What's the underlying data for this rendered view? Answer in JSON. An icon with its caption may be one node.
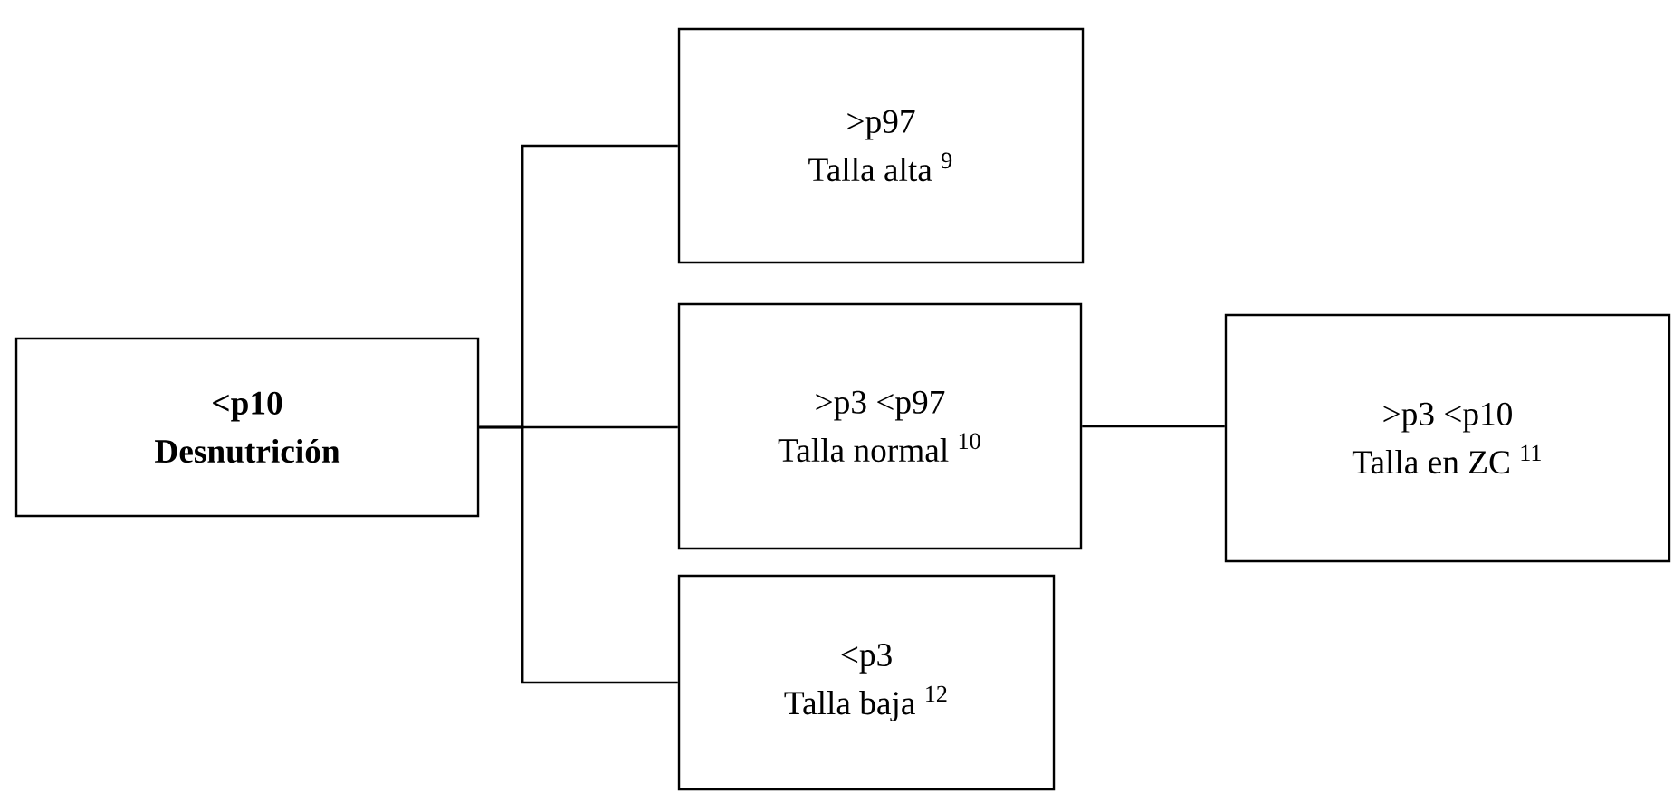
{
  "diagram": {
    "nodes": [
      {
        "text": [
          "<p10",
          "Desnutrición"
        ]
      },
      {
        "text": [
          ">p97",
          "Talla alta $^{9}$"
        ]
      },
      {
        "text": [
          ">p3 <p97",
          "Talla normal $^{10}$"
        ]
      },
      {
        "text": [
          ">p3 <p10",
          "Talla en ZC $^{11}$"
        ]
      },
      {
        "text": [
          "<p3",
          "Talla baja $^{12}$"
        ]
      }
    ],
    "edges": [
      {
        "from": 0,
        "to": 1,
        "arrow": "none"
      },
      {
        "from": 0,
        "to": 2,
        "arrow": "none"
      },
      {
        "from": 0,
        "to": 4,
        "arrow": "none"
      },
      {
        "from": 2,
        "to": 3,
        "arrow": "none"
      }
    ]
  }
}
